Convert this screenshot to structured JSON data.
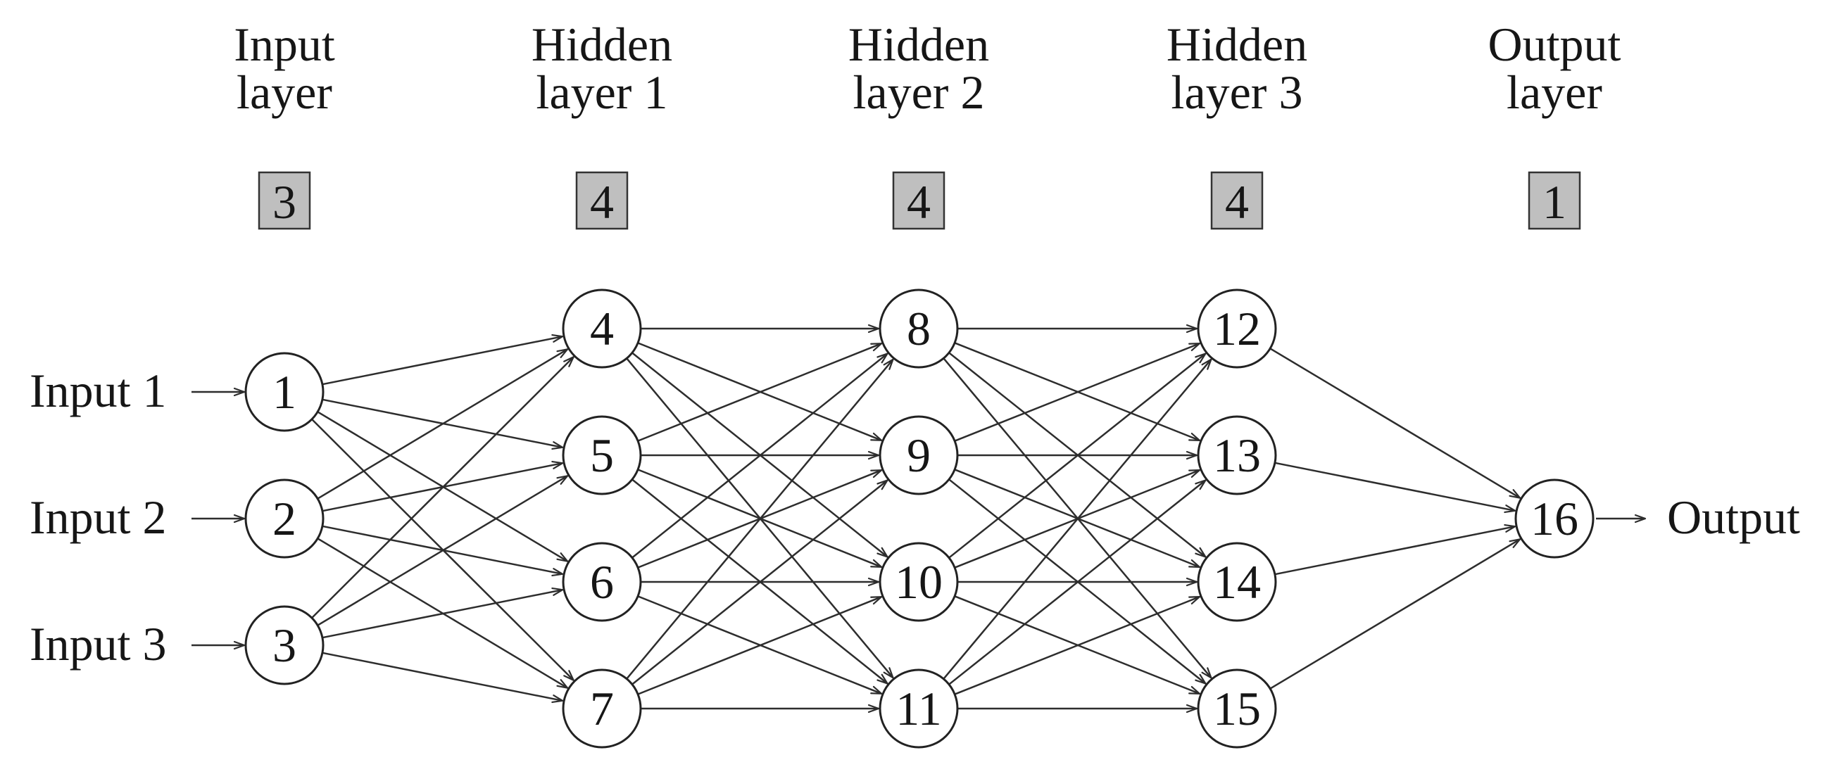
{
  "diagram": {
    "layers": [
      {
        "name": "input-layer",
        "label_lines": [
          "Input",
          "layer"
        ],
        "count": "3",
        "node_ids": [
          "1",
          "2",
          "3"
        ]
      },
      {
        "name": "hidden-layer-1",
        "label_lines": [
          "Hidden",
          "layer 1"
        ],
        "count": "4",
        "node_ids": [
          "4",
          "5",
          "6",
          "7"
        ]
      },
      {
        "name": "hidden-layer-2",
        "label_lines": [
          "Hidden",
          "layer 2"
        ],
        "count": "4",
        "node_ids": [
          "8",
          "9",
          "10",
          "11"
        ]
      },
      {
        "name": "hidden-layer-3",
        "label_lines": [
          "Hidden",
          "layer 3"
        ],
        "count": "4",
        "node_ids": [
          "12",
          "13",
          "14",
          "15"
        ]
      },
      {
        "name": "output-layer",
        "label_lines": [
          "Output",
          "layer"
        ],
        "count": "1",
        "node_ids": [
          "16"
        ]
      }
    ],
    "io": {
      "inputs": [
        "Input 1",
        "Input 2",
        "Input 3"
      ],
      "output": "Output"
    },
    "colors": {
      "background": "#ffffff",
      "edge": "#2d2d2d",
      "node_stroke": "#222222",
      "node_fill": "#ffffff",
      "text": "#161616",
      "badge_fill": "#bfbfbf",
      "badge_border": "#333333"
    }
  }
}
